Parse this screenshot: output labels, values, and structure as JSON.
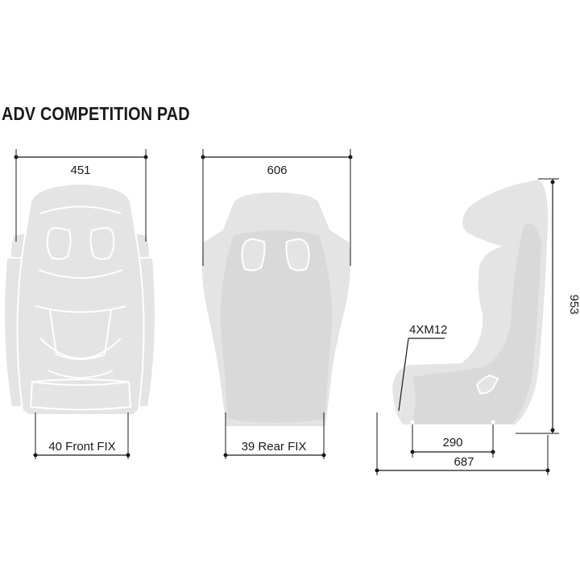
{
  "title": "ADV COMPETITION PAD",
  "front_view": {
    "width_label": "451",
    "fix_label": "40 Front FIX"
  },
  "rear_view": {
    "width_label": "606",
    "fix_label": "39 Rear FIX"
  },
  "side_view": {
    "height_label": "953",
    "bolt_label": "4XM12",
    "mount_spacing_label": "290",
    "depth_label": "687"
  },
  "colors": {
    "seat_fill": "#e4e4e4",
    "seat_back_fill": "#d9d9d9",
    "dimension_line": "#1a1a1a"
  }
}
